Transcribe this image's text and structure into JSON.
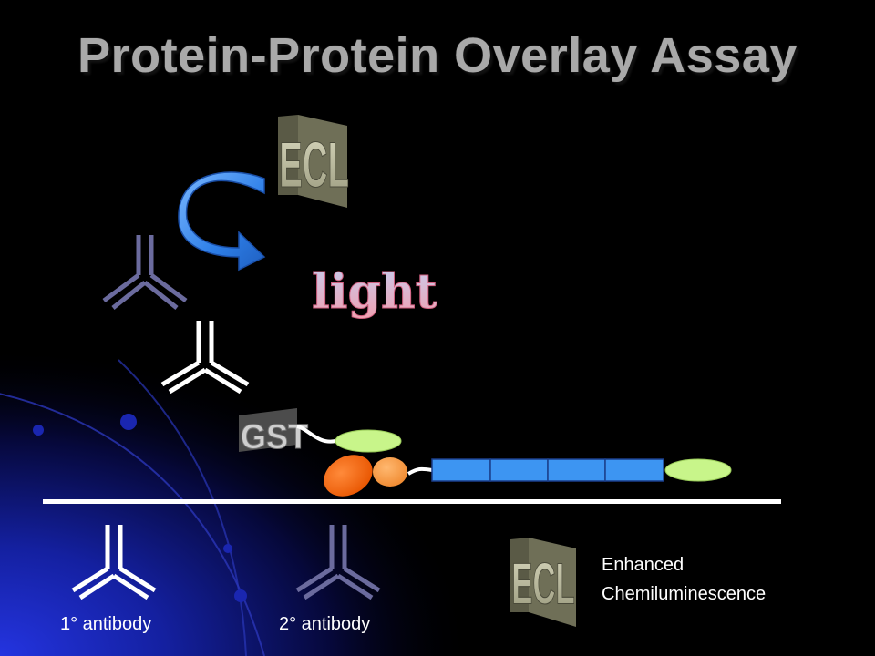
{
  "slide": {
    "title": "Protein-Protein Overlay Assay"
  },
  "diagram": {
    "ecl_art_text": "ECL",
    "light_art_text": "light",
    "gst_art_text": "GST"
  },
  "legend": {
    "primary_antibody": "1° antibody",
    "secondary_antibody": "2° antibody",
    "ecl_line1": "Enhanced",
    "ecl_line2": "Chemiluminescence"
  },
  "colors": {
    "background": "#000000",
    "title": "#a9a9a9",
    "primary_antibody": "#ffffff",
    "secondary_antibody": "#6b6b9e",
    "arrow": "#3f8ce8",
    "fusion_protein_segment": "#3d95f2",
    "lime_oval": "#c8f58a",
    "orange_protein_dark": "#ff6a10",
    "orange_protein_light": "#ff9a40",
    "membrane": "#ffffff",
    "corner_gradient": "#1f2cc8",
    "ecl_art": "#8a8a6a",
    "gst_art": "#c8c8c8",
    "light_art": "#f0a0b0"
  }
}
